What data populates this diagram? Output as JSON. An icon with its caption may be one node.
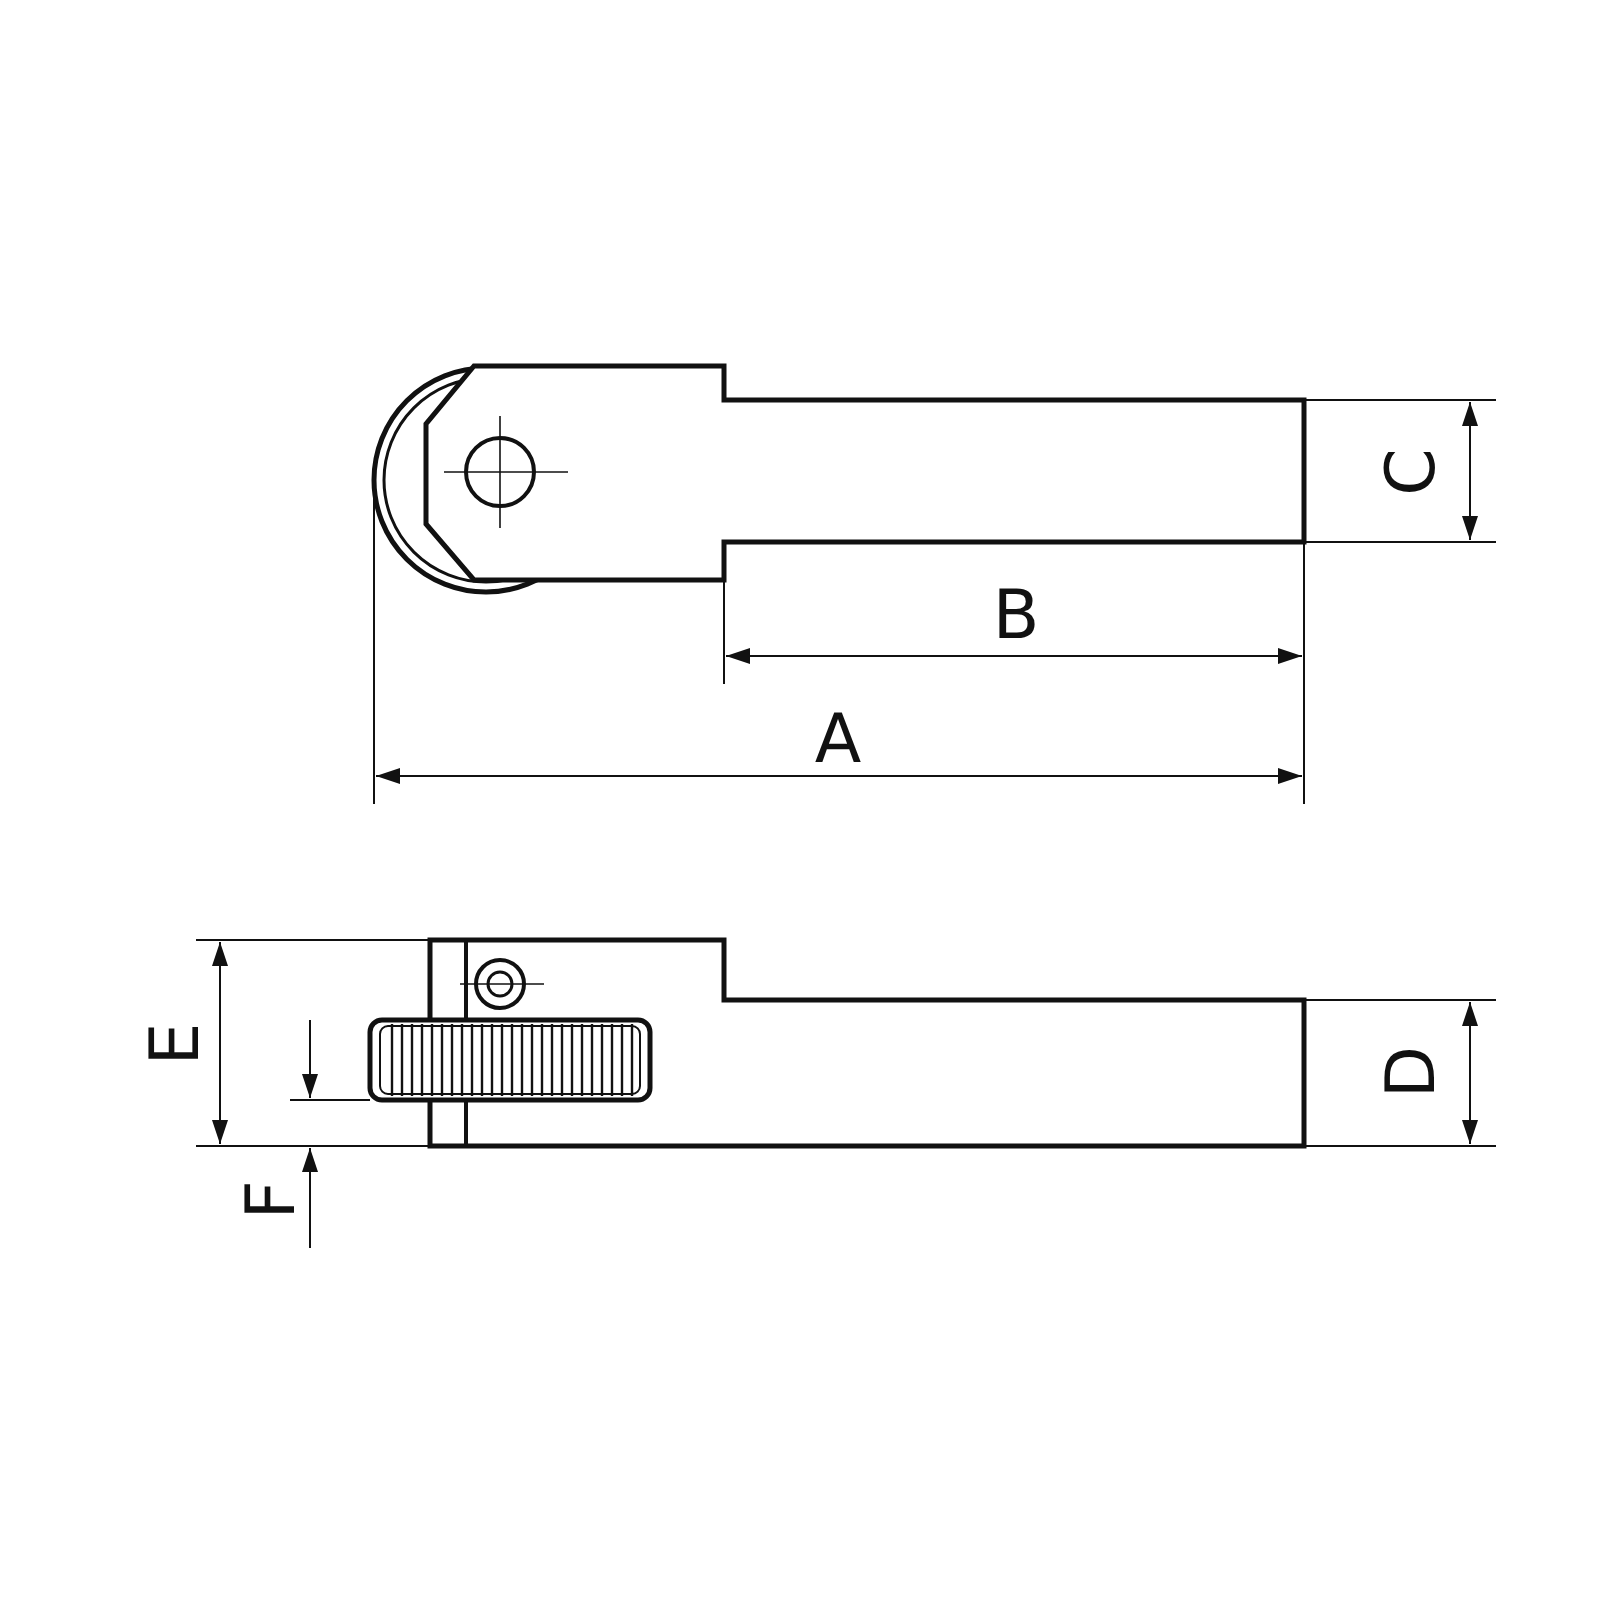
{
  "diagram": {
    "labels": [
      "C",
      "B",
      "A",
      "E",
      "D",
      "F"
    ]
  }
}
